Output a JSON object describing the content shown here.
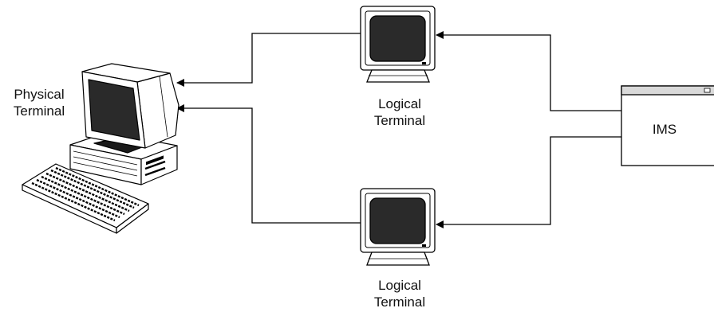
{
  "physical_terminal": {
    "line1": "Physical",
    "line2": "Terminal"
  },
  "logical_terminal_top": {
    "line1": "Logical",
    "line2": "Terminal"
  },
  "logical_terminal_bottom": {
    "line1": "Logical",
    "line2": "Terminal"
  },
  "ims_box": {
    "label": "IMS"
  },
  "colors": {
    "stroke": "#000000",
    "screen": "#2a2a2a",
    "ims_titlebar": "#d9d9d9"
  }
}
